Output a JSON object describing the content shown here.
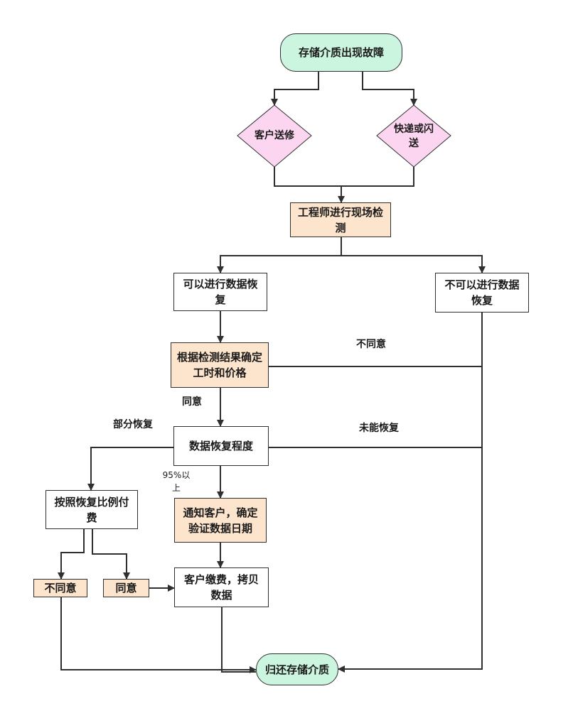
{
  "nodes": {
    "start": "存储介质出现故障",
    "customer_visit": "客户送修",
    "courier": "快递或闪送",
    "inspection": "工程师进行现场检测",
    "recoverable": "可以进行数据恢复",
    "not_recoverable": "不可以进行数据恢复",
    "pricing": "根据检测结果确定工时和价格",
    "degree": "数据恢复程度",
    "notify": "通知客户，确定验证数据日期",
    "proportional_pay": "按照恢复比例付费",
    "disagree_box": "不同意",
    "agree_box": "同意",
    "pay_copy": "客户缴费，拷贝数据",
    "end": "归还存储介质"
  },
  "labels": {
    "disagree": "不同意",
    "agree": "同意",
    "partial": "部分恢复",
    "failed": "未能恢复",
    "over95": "95%以上"
  },
  "colors": {
    "terminal": "#ccf5e0",
    "decision": "#fcd6f0",
    "highlight": "#fde4cc",
    "line": "#2f2f2f"
  }
}
